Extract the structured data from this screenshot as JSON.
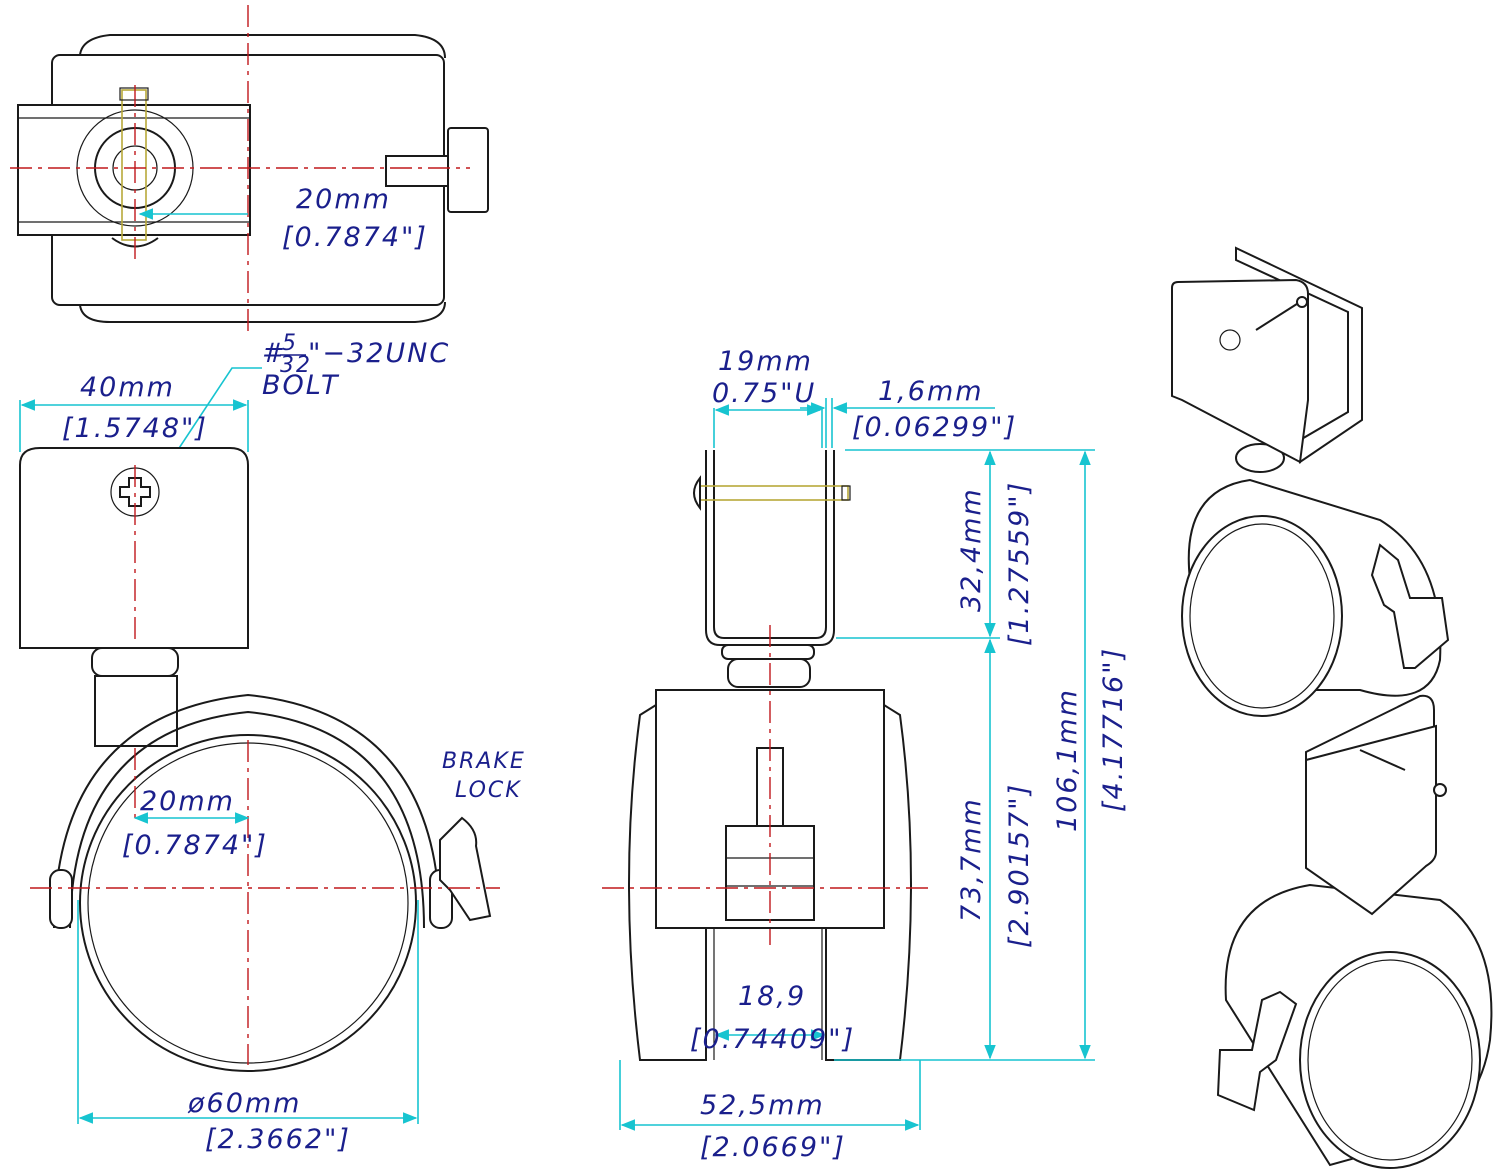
{
  "labels": {
    "top_offset_mm": "20mm",
    "top_offset_in": "[0.7874\"]",
    "bolt_hash": "#",
    "bolt_num": "5",
    "bolt_den": "32",
    "bolt_rest": "\"−32UNC",
    "bolt_word": "BOLT",
    "plate_width_mm": "40mm",
    "plate_width_in": "[1.5748\"]",
    "brake_line1": "BRAKE",
    "brake_line2": "LOCK",
    "side_offset_mm": "20mm",
    "side_offset_in": "[0.7874\"]",
    "wheel_dia_mm": "ø60mm",
    "wheel_dia_in": "[2.3662\"]",
    "clamp_mm": "19mm",
    "clamp_in": "0.75\"U",
    "wall_mm": "1,6mm",
    "wall_in": "[0.06299\"]",
    "bracket_h_mm": "32,4mm",
    "bracket_h_in": "[1.27559\"]",
    "lower_h_mm": "73,7mm",
    "lower_h_in": "[2.90157\"]",
    "total_h_mm": "106,1mm",
    "total_h_in": "[4.17716\"]",
    "gap_mm": "18,9",
    "gap_in": "[0.74409\"]",
    "width_mm": "52,5mm",
    "width_in": "[2.0669\"]"
  },
  "colors": {
    "dimension_text": "#1a1f8c",
    "dimension_line": "#17c4d0",
    "center_line": "#c0181c",
    "outline": "#1a1a1a",
    "bolt": "#b8a93a"
  }
}
